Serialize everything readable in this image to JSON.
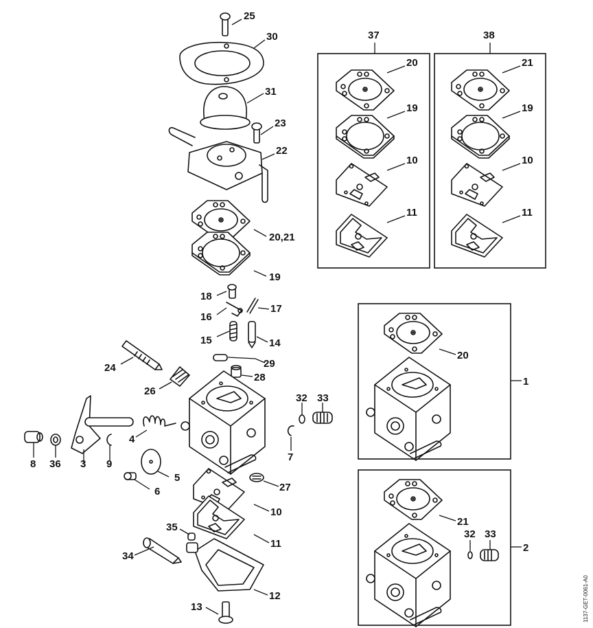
{
  "diagram": {
    "drawing_code": "1137-GET-0061-A0",
    "callouts": [
      {
        "id": "c25",
        "text": "25"
      },
      {
        "id": "c30",
        "text": "30"
      },
      {
        "id": "c31",
        "text": "31"
      },
      {
        "id": "c23",
        "text": "23"
      },
      {
        "id": "c22",
        "text": "22"
      },
      {
        "id": "c2021",
        "text": "20,21"
      },
      {
        "id": "c19",
        "text": "19"
      },
      {
        "id": "c18",
        "text": "18"
      },
      {
        "id": "c17",
        "text": "17"
      },
      {
        "id": "c16",
        "text": "16"
      },
      {
        "id": "c15",
        "text": "15"
      },
      {
        "id": "c14",
        "text": "14"
      },
      {
        "id": "c29",
        "text": "29"
      },
      {
        "id": "c24",
        "text": "24"
      },
      {
        "id": "c28",
        "text": "28"
      },
      {
        "id": "c26",
        "text": "26"
      },
      {
        "id": "c32",
        "text": "32"
      },
      {
        "id": "c33",
        "text": "33"
      },
      {
        "id": "c4",
        "text": "4"
      },
      {
        "id": "c7",
        "text": "7"
      },
      {
        "id": "c8",
        "text": "8"
      },
      {
        "id": "c36",
        "text": "36"
      },
      {
        "id": "c3",
        "text": "3"
      },
      {
        "id": "c9",
        "text": "9"
      },
      {
        "id": "c5",
        "text": "5"
      },
      {
        "id": "c6",
        "text": "6"
      },
      {
        "id": "c27",
        "text": "27"
      },
      {
        "id": "c10",
        "text": "10"
      },
      {
        "id": "c35",
        "text": "35"
      },
      {
        "id": "c11",
        "text": "11"
      },
      {
        "id": "c34",
        "text": "34"
      },
      {
        "id": "c12",
        "text": "12"
      },
      {
        "id": "c13",
        "text": "13"
      }
    ],
    "kits": [
      {
        "label": "37",
        "items": [
          "20",
          "19",
          "10",
          "11"
        ]
      },
      {
        "label": "38",
        "items": [
          "21",
          "19",
          "10",
          "11"
        ]
      }
    ],
    "assemblies": [
      {
        "label": "1",
        "items": [
          "20"
        ]
      },
      {
        "label": "2",
        "items": [
          "21",
          "32",
          "33"
        ]
      }
    ]
  }
}
